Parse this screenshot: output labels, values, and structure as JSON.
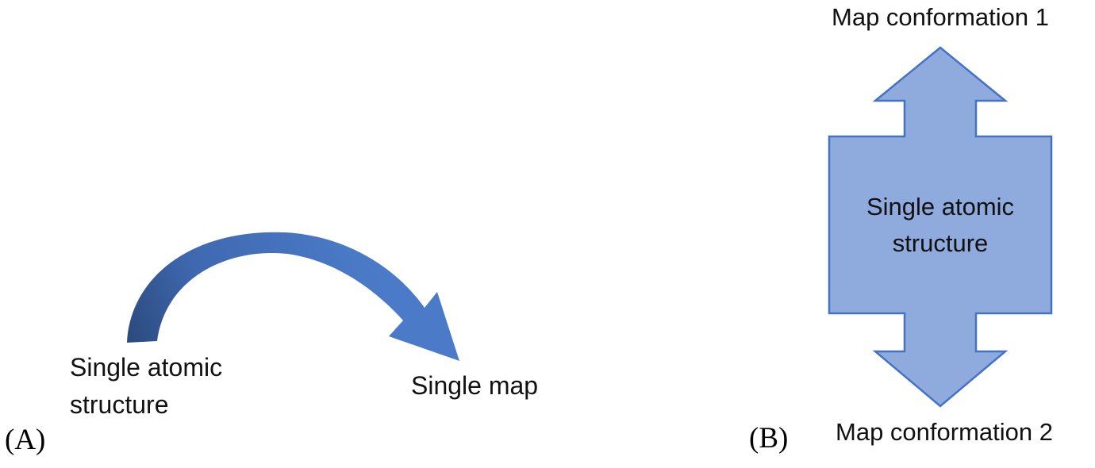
{
  "panel_a": {
    "label": "(A)",
    "source_line1": "Single atomic",
    "source_line2": "structure",
    "target_text": "Single map"
  },
  "panel_b": {
    "label": "(B)",
    "top_label": "Map conformation 1",
    "bottom_label": "Map conformation 2",
    "box_line1": "Single atomic",
    "box_line2": "structure"
  },
  "colors": {
    "arrow_dark": "#2b4a7d",
    "arrow_mid": "#3f68b0",
    "arrow_light": "#4b7bc8",
    "shape_fill": "#8faadc",
    "shape_stroke": "#4472c4",
    "text": "#111111",
    "background": "#ffffff"
  }
}
